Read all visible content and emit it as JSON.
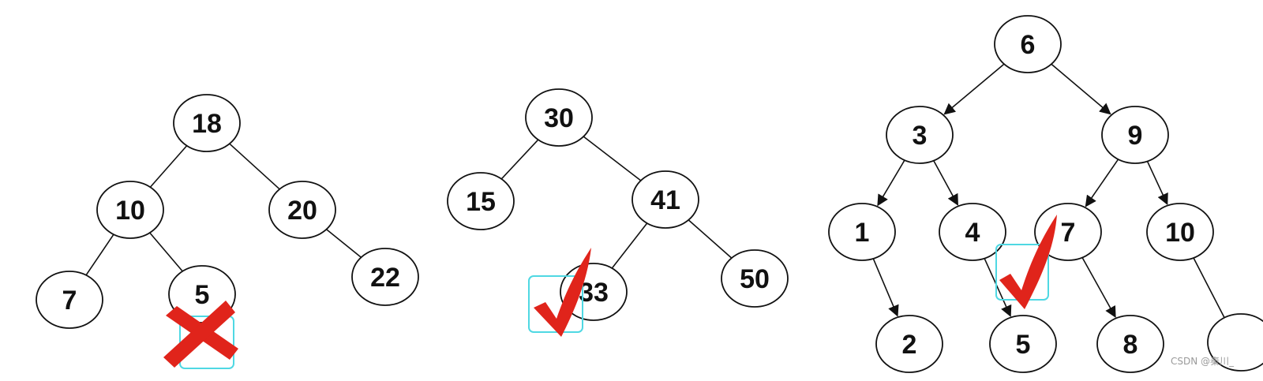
{
  "trees": [
    {
      "nodes": [
        {
          "id": "t1-18",
          "label": "18"
        },
        {
          "id": "t1-10",
          "label": "10"
        },
        {
          "id": "t1-20",
          "label": "20"
        },
        {
          "id": "t1-7",
          "label": "7"
        },
        {
          "id": "t1-5",
          "label": "5"
        },
        {
          "id": "t1-22",
          "label": "22"
        }
      ],
      "edges": [
        {
          "from": "t1-18",
          "to": "t1-10"
        },
        {
          "from": "t1-18",
          "to": "t1-20"
        },
        {
          "from": "t1-10",
          "to": "t1-7"
        },
        {
          "from": "t1-10",
          "to": "t1-5"
        },
        {
          "from": "t1-20",
          "to": "t1-22"
        }
      ],
      "mark": "cross-mark"
    },
    {
      "nodes": [
        {
          "id": "t2-30",
          "label": "30"
        },
        {
          "id": "t2-15",
          "label": "15"
        },
        {
          "id": "t2-41",
          "label": "41"
        },
        {
          "id": "t2-33",
          "label": "33"
        },
        {
          "id": "t2-50",
          "label": "50"
        }
      ],
      "edges": [
        {
          "from": "t2-30",
          "to": "t2-15"
        },
        {
          "from": "t2-30",
          "to": "t2-41"
        },
        {
          "from": "t2-41",
          "to": "t2-33"
        },
        {
          "from": "t2-41",
          "to": "t2-50"
        }
      ],
      "mark": "check-mark"
    },
    {
      "nodes": [
        {
          "id": "t3-6",
          "label": "6"
        },
        {
          "id": "t3-3",
          "label": "3"
        },
        {
          "id": "t3-9",
          "label": "9"
        },
        {
          "id": "t3-1",
          "label": "1"
        },
        {
          "id": "t3-4",
          "label": "4"
        },
        {
          "id": "t3-7",
          "label": "7"
        },
        {
          "id": "t3-10",
          "label": "10"
        },
        {
          "id": "t3-2",
          "label": "2"
        },
        {
          "id": "t3-5",
          "label": "5"
        },
        {
          "id": "t3-8",
          "label": "8"
        }
      ],
      "edges": [
        {
          "from": "t3-6",
          "to": "t3-3"
        },
        {
          "from": "t3-6",
          "to": "t3-9"
        },
        {
          "from": "t3-3",
          "to": "t3-1"
        },
        {
          "from": "t3-3",
          "to": "t3-4"
        },
        {
          "from": "t3-9",
          "to": "t3-7"
        },
        {
          "from": "t3-9",
          "to": "t3-10"
        },
        {
          "from": "t3-1",
          "to": "t3-2"
        },
        {
          "from": "t3-4",
          "to": "t3-5"
        },
        {
          "from": "t3-7",
          "to": "t3-8"
        },
        {
          "from": "t3-10",
          "to": "t3-cut"
        }
      ],
      "mark": "check-mark"
    }
  ],
  "watermark": "CSDN @秦川_"
}
